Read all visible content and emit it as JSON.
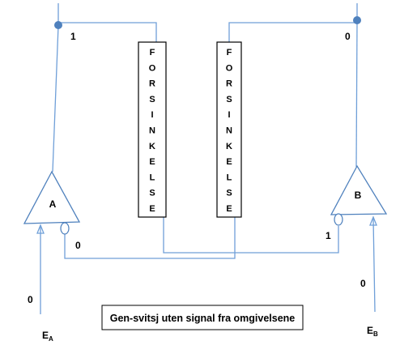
{
  "gate_a": {
    "name": "A"
  },
  "gate_b": {
    "name": "B"
  },
  "delay_left": {
    "letters": [
      "F",
      "O",
      "R",
      "S",
      "I",
      "N",
      "K",
      "E",
      "L",
      "S",
      "E"
    ]
  },
  "delay_right": {
    "letters": [
      "F",
      "O",
      "R",
      "S",
      "I",
      "N",
      "K",
      "E",
      "L",
      "S",
      "E"
    ]
  },
  "signals": {
    "output_a": "1",
    "output_b": "0",
    "feedback_a": "0",
    "feedback_b": "1",
    "input_a_value": "0",
    "input_b_value": "0"
  },
  "inputs": {
    "a": {
      "letter": "E",
      "subscript": "A"
    },
    "b": {
      "letter": "E",
      "subscript": "B"
    }
  },
  "caption": "Gen-svitsj uten signal fra omgivelsene",
  "colors": {
    "wire": "#6f9fd8",
    "gate": "#4f81bd"
  }
}
